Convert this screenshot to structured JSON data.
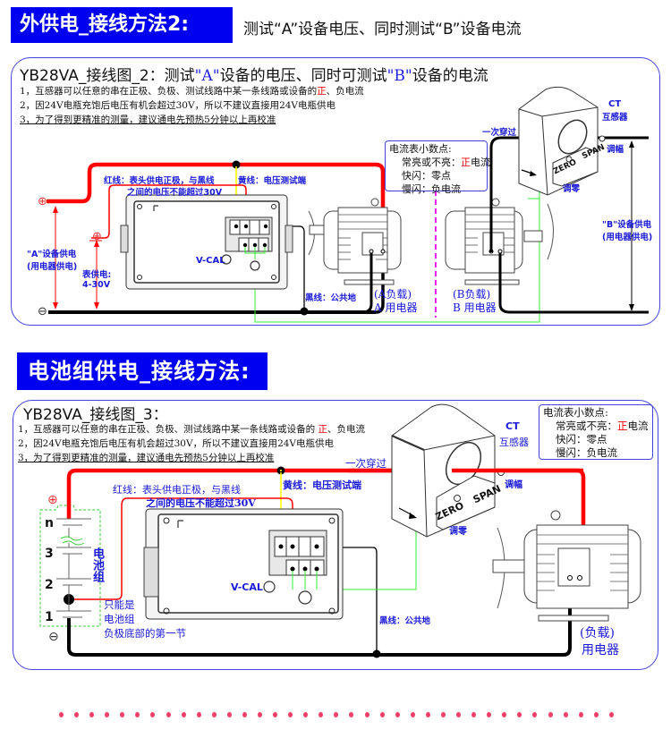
{
  "section1": {
    "banner": "外供电_接线方法2:",
    "subtitle": "测试“A”设备电压、同时测试“B”设备电流",
    "title_prefix": "YB28VA_接线图_2：测试",
    "title_q1": "\"A\"",
    "title_mid": "设备的电压、同时可测试",
    "title_q2": "\"B\"",
    "title_suffix": "设备的电流",
    "notes": [
      {
        "before": "1，互感器可以任意的串在正极、负极、测试线路中某一条线路或设备的",
        "red": "正",
        "after": "、负电流"
      },
      {
        "before": "2，因24V电瓶充饱后电压有机会超过30V，所以不建议直接用24V电瓶供电",
        "red": "",
        "after": ""
      },
      {
        "before": "3，为了得到更精准的测量，建议通电先预热5分钟以上再校准",
        "red": "",
        "after": ""
      }
    ],
    "labels": {
      "red_wire_1": "红线：表头供电正极，与黑线",
      "red_wire_2": "之间的电压不能超过30V",
      "yellow_wire": "黄线：电压测试端",
      "black_wire": "黑线：公共地",
      "a_supply_1": "\"A\"设备供电",
      "a_supply_2": "(用电器供电)",
      "meter_supply_1": "表供电:",
      "meter_supply_2": "4-30V",
      "vcal": "V-CAL",
      "plus": "⊕",
      "minus": "⊖",
      "primary_pass": "一次穿过",
      "ct": "CT",
      "ct_name": "互感器",
      "span_adj": "调幅",
      "zero_adj": "调零",
      "zero": "ZERO",
      "span": "SPAN",
      "load_a_1": "(A负载)",
      "load_a_2": "A 用电器",
      "load_b_1": "(B负载)",
      "load_b_2": "B 用电器",
      "b_supply_1": "\"B\"设备供电",
      "b_supply_2": "(用电器供电)"
    },
    "infobox": {
      "title": "电流表小数点:",
      "line1_before": "常亮或不亮：",
      "line1_red": "正",
      "line1_after": "电流",
      "line2": "快闪：零点",
      "line3": "慢闪：负电流"
    }
  },
  "section2": {
    "banner": "电池组供电_接线方法:",
    "title": "YB28VA_接线图_3：",
    "notes": [
      {
        "before": "1，互感器可以任意的串在正极、负极、测试线路中某一条线路或设备的 ",
        "red": "正",
        "after": "、负电流"
      },
      {
        "before": "2，因24V电瓶充饱后电压有机会超过30V，所以不建议直接用24V电瓶供电",
        "red": "",
        "after": ""
      },
      {
        "before": "3，为了得到更精准的测量，建议通电先预热5分钟以上再校准",
        "red": "",
        "after": ""
      }
    ],
    "labels": {
      "red_wire_1": "红线：表头供电正极，与黑线",
      "red_wire_2": "之间的电压不能超过30V",
      "yellow_wire": "黄线：电压测试端",
      "black_wire": "黑线：公共地",
      "battery_pack": "电池组",
      "cell_n": "n",
      "cell_3": "3",
      "cell_2": "2",
      "cell_1": "1",
      "only_1": "只能是",
      "only_2": "电池组",
      "only_3": "负极底部的第一节",
      "vcal": "V-CAL",
      "plus": "⊕",
      "minus": "⊖",
      "primary_pass": "一次穿过",
      "ct": "CT",
      "ct_name": "互感器",
      "span_adj": "调幅",
      "zero_adj": "调零",
      "zero": "ZERO",
      "span": "SPAN",
      "load_1": "(负载)",
      "load_2": "用电器"
    },
    "infobox": {
      "title": "电流表小数点:",
      "line1_before": "常亮或不亮：",
      "line1_red": "正",
      "line1_after": "电流",
      "line2": "快闪：零点",
      "line3": "慢闪：负电流"
    }
  },
  "colors": {
    "banner": "#0000f0",
    "panel_border": "#4444dd",
    "red_wire": "#ff0000",
    "yellow_wire": "#ffff00",
    "green_wire": "#33ee33",
    "label_blue": "#1a1ad8",
    "divider_magenta": "#ee22ee",
    "footer_dots": "#f0406a"
  },
  "footer": {
    "dot_count": 37
  }
}
